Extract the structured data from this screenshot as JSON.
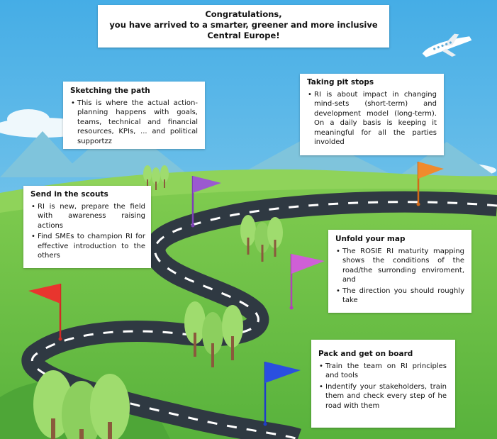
{
  "banner": {
    "line1": "Congratulations,",
    "line2": "you have arrived to a smarter, greener and more inclusive",
    "line3": "Central Europe!"
  },
  "steps": [
    {
      "title": "Send in the scouts",
      "bullets": [
        "RI is new, prepare the field with awareness raising actions",
        "Find SMEs to champion RI for effective introduction to the others"
      ],
      "flag_color": "#e8352e"
    },
    {
      "title": "Sketching the path",
      "bullets": [
        "This is where the actual action-planning happens with goals, teams, technical and financial resources, KPIs, ... and political supportzz"
      ],
      "flag_color": "#9b59d0"
    },
    {
      "title": "Taking pit stops",
      "bullets": [
        "RI is about impact in changing mind-sets (short-term) and development model (long-term). On a daily basis is keeping it meaningful for all the parties involded"
      ],
      "flag_color": "#f08a2c"
    },
    {
      "title": "Unfold your map",
      "bullets": [
        "The ROSIE RI maturity mapping shows the conditions of the road/the surronding enviroment, and",
        "The direction you should roughly take"
      ],
      "flag_color": "#cf5fd6"
    },
    {
      "title": "Pack and get on board",
      "bullets": [
        "Train the team on RI principles and tools",
        "Indentify your stakeholders, train them and check every step of he road with them"
      ],
      "flag_color": "#2a4fe0"
    }
  ],
  "colors": {
    "sky": "#52b6e8",
    "mountain": "#7dc3d9",
    "grass": "#6cc24a",
    "road": "#2f3a44",
    "tree": "#8ccf5e"
  }
}
